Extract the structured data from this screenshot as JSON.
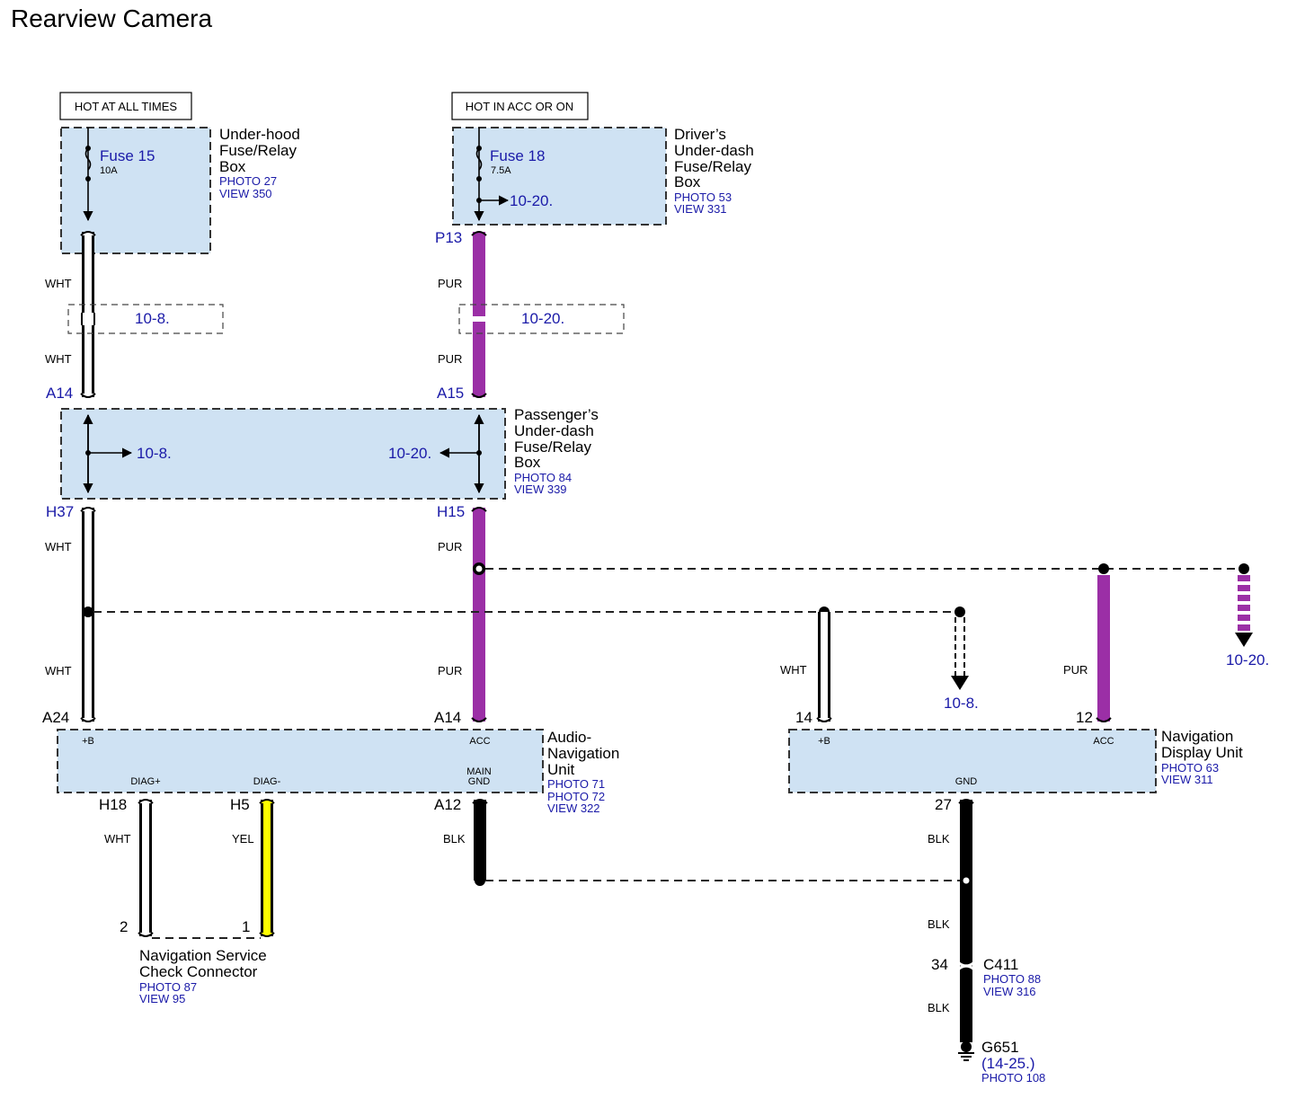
{
  "title": "Rearview Camera",
  "colors": {
    "box_fill": "#cfe2f3",
    "wire_pur": "#9b2fa6",
    "wire_blk": "#000000",
    "wire_yel": "#ffff00",
    "wire_wht": "#ffffff",
    "link_blue": "#1a1aa8"
  },
  "power": {
    "hot_all_times": "HOT AT ALL TIMES",
    "hot_acc_on": "HOT IN ACC OR ON"
  },
  "underhood_box": {
    "name_lines": [
      "Under-hood",
      "Fuse/Relay",
      "Box"
    ],
    "photo": "PHOTO 27",
    "view": "VIEW 350",
    "fuse": "Fuse 15",
    "rating": "10A"
  },
  "drivers_box": {
    "name_lines": [
      "Driver’s",
      "Under-dash",
      "Fuse/Relay",
      "Box"
    ],
    "photo": "PHOTO 53",
    "view": "VIEW 331",
    "fuse": "Fuse 18",
    "rating": "7.5A",
    "ref": "10-20."
  },
  "passengers_box": {
    "name_lines": [
      "Passenger’s",
      "Under-dash",
      "Fuse/Relay",
      "Box"
    ],
    "photo": "PHOTO 84",
    "view": "VIEW 339",
    "ref_left": "10-8.",
    "ref_right": "10-20."
  },
  "audio_nav": {
    "name_lines": [
      "Audio-",
      "Navigation",
      "Unit"
    ],
    "photos": [
      "PHOTO 71",
      "PHOTO 72"
    ],
    "view": "VIEW 322",
    "pin_b": "+B",
    "pin_acc": "ACC",
    "pin_diag_plus": "DIAG+",
    "pin_diag_minus": "DIAG-",
    "pin_main_gnd": [
      "MAIN",
      "GND"
    ]
  },
  "nav_display": {
    "name_lines": [
      "Navigation",
      "Display Unit"
    ],
    "photo": "PHOTO 63",
    "view": "VIEW 311",
    "pin_b": "+B",
    "pin_acc": "ACC",
    "pin_gnd": "GND"
  },
  "check_connector": {
    "name_lines": [
      "Navigation Service",
      "Check Connector"
    ],
    "photo": "PHOTO 87",
    "view": "VIEW 95",
    "pin2": "2",
    "pin1": "1"
  },
  "connectors": {
    "p13": "P13",
    "a14_top": "A14",
    "a15": "A15",
    "h37": "H37",
    "h15": "H15",
    "a24": "A24",
    "a14_unit": "A14",
    "pin14": "14",
    "pin12": "12",
    "h18": "H18",
    "h5": "H5",
    "a12": "A12",
    "pin27": "27",
    "pin34": "34"
  },
  "c411": {
    "name": "C411",
    "photo": "PHOTO 88",
    "view": "VIEW 316"
  },
  "g651": {
    "name": "G651",
    "ref": "(14-25.)",
    "photo": "PHOTO 108"
  },
  "wire_labels": {
    "wht": "WHT",
    "pur": "PUR",
    "blk": "BLK",
    "yel": "YEL"
  },
  "refs": {
    "wht_splice": "10-8.",
    "pur_splice": "10-20.",
    "wht_branch": "10-8.",
    "pur_branch": "10-20."
  }
}
